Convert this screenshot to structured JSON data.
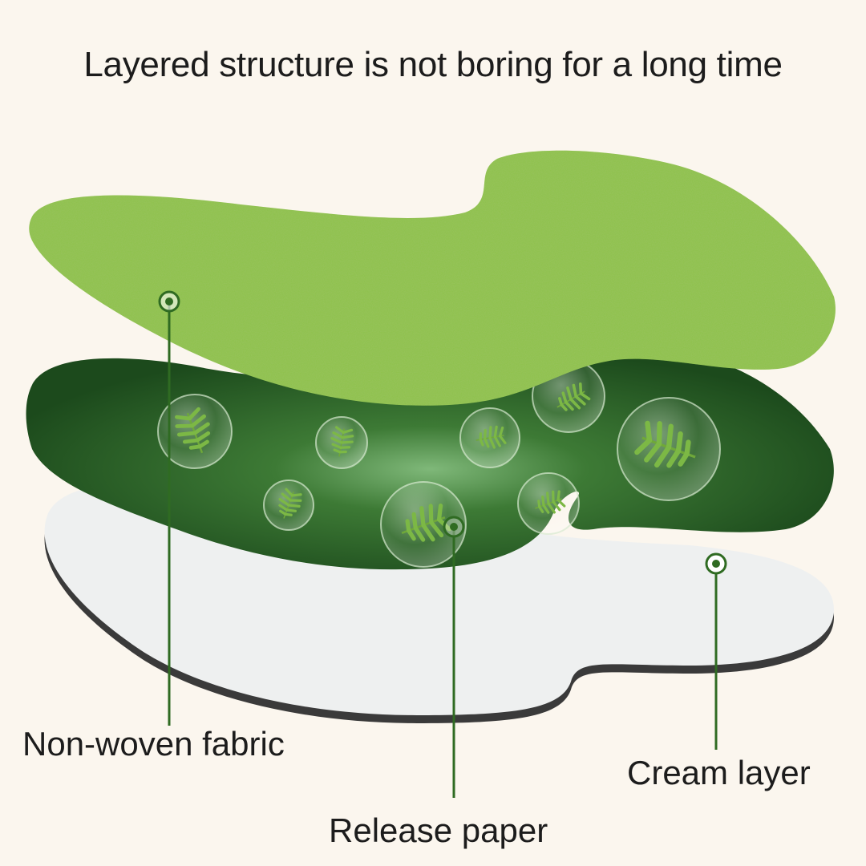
{
  "title": "Layered structure is not boring for a long time",
  "labels": {
    "non_woven": "Non-woven fabric",
    "release": "Release paper",
    "cream": "Cream layer"
  },
  "colors": {
    "background": "#fbf6ee",
    "fabric_green": "#8dc24a",
    "cream_dark_green": "#1f4d1f",
    "release_paper": "#eef0f0",
    "leader_line": "#2f6b22"
  },
  "icons": [
    "bubble-icon",
    "leaf-icon",
    "target-icon"
  ]
}
